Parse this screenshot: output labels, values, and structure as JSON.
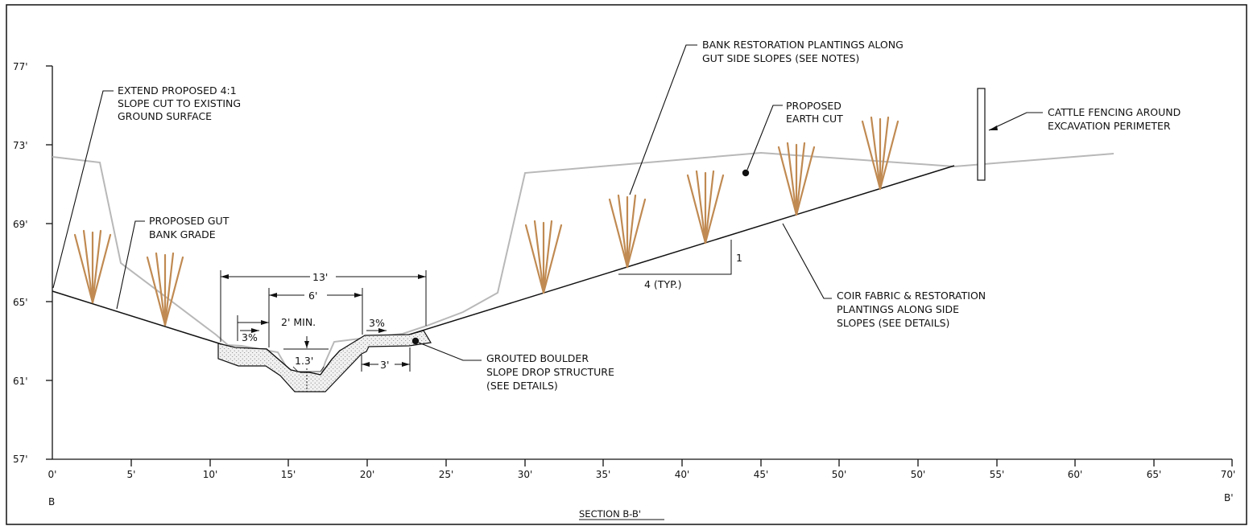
{
  "drawing": {
    "section_title": "SECTION B-B'",
    "start_marker": "B",
    "end_marker": "B'"
  },
  "axes": {
    "y_ticks": [
      "77'",
      "73'",
      "69'",
      "65'",
      "61'",
      "57'"
    ],
    "x_ticks": [
      "0'",
      "5'",
      "10'",
      "15'",
      "20'",
      "25'",
      "30'",
      "35'",
      "40'",
      "45'",
      "50'",
      "50'",
      "55'",
      "60'",
      "65'",
      "70'"
    ]
  },
  "callouts": {
    "extend_slope": [
      "EXTEND PROPOSED 4:1",
      "SLOPE CUT TO EXISTING",
      "GROUND SURFACE"
    ],
    "gut_bank": [
      "PROPOSED GUT",
      "BANK GRADE"
    ],
    "bank_restoration": [
      "BANK RESTORATION PLANTINGS ALONG",
      "GUT SIDE SLOPES (SEE NOTES)"
    ],
    "earth_cut": [
      "PROPOSED",
      "EARTH CUT"
    ],
    "cattle_fencing": [
      "CATTLE FENCING AROUND",
      "EXCAVATION PERIMETER"
    ],
    "coir_fabric": [
      "COIR FABRIC & RESTORATION",
      "PLANTINGS ALONG SIDE",
      "SLOPES (SEE DETAILS)"
    ],
    "grouted_boulder": [
      "GROUTED BOULDER",
      "SLOPE DROP STRUCTURE",
      "(SEE DETAILS)"
    ]
  },
  "dimensions": {
    "width_13": "13'",
    "width_6": "6'",
    "grade_left": "3%",
    "grade_right": "3%",
    "min_2": "2' MIN.",
    "depth": "1.3'",
    "width_3": "3'",
    "slope_rise": "1",
    "slope_run": "4 (TYP.)"
  },
  "colors": {
    "existing_ground": "#b8b8b8",
    "plantings": "#c08a52",
    "lines": "#111111"
  }
}
